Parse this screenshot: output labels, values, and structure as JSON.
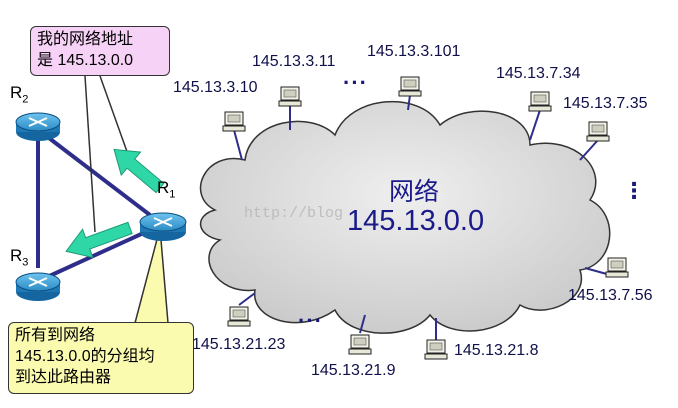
{
  "callouts": {
    "top": {
      "line1": "我的网络地址",
      "line2": "是 145.13.0.0"
    },
    "bottom": {
      "line1": "所有到网络",
      "line2": "145.13.0.0的分组均",
      "line3": "到达此路由器"
    }
  },
  "routers": {
    "r1": {
      "letter": "R",
      "sub": "1"
    },
    "r2": {
      "letter": "R",
      "sub": "2"
    },
    "r3": {
      "letter": "R",
      "sub": "3"
    }
  },
  "network": {
    "title": "网络",
    "address": "145.13.0.0"
  },
  "hosts": {
    "h1": "145.13.3.10",
    "h2": "145.13.3.11",
    "h3": "145.13.3.101",
    "h4": "145.13.7.34",
    "h5": "145.13.7.35",
    "h6": "145.13.7.56",
    "h7": "145.13.21.8",
    "h8": "145.13.21.9",
    "h9": "145.13.21.23"
  },
  "ellipsis_h": "···",
  "ellipsis_v": "⋮",
  "watermark": "http://blog",
  "colors": {
    "cloud_fill": "#d4d4d4",
    "link": "#2e2e8a",
    "router": "#1f88c0",
    "arrow": "#2fd7a6",
    "callout_pink": "#f7d2f7",
    "callout_yellow": "#fbfbb0",
    "text_blue": "#1a1a8a"
  }
}
